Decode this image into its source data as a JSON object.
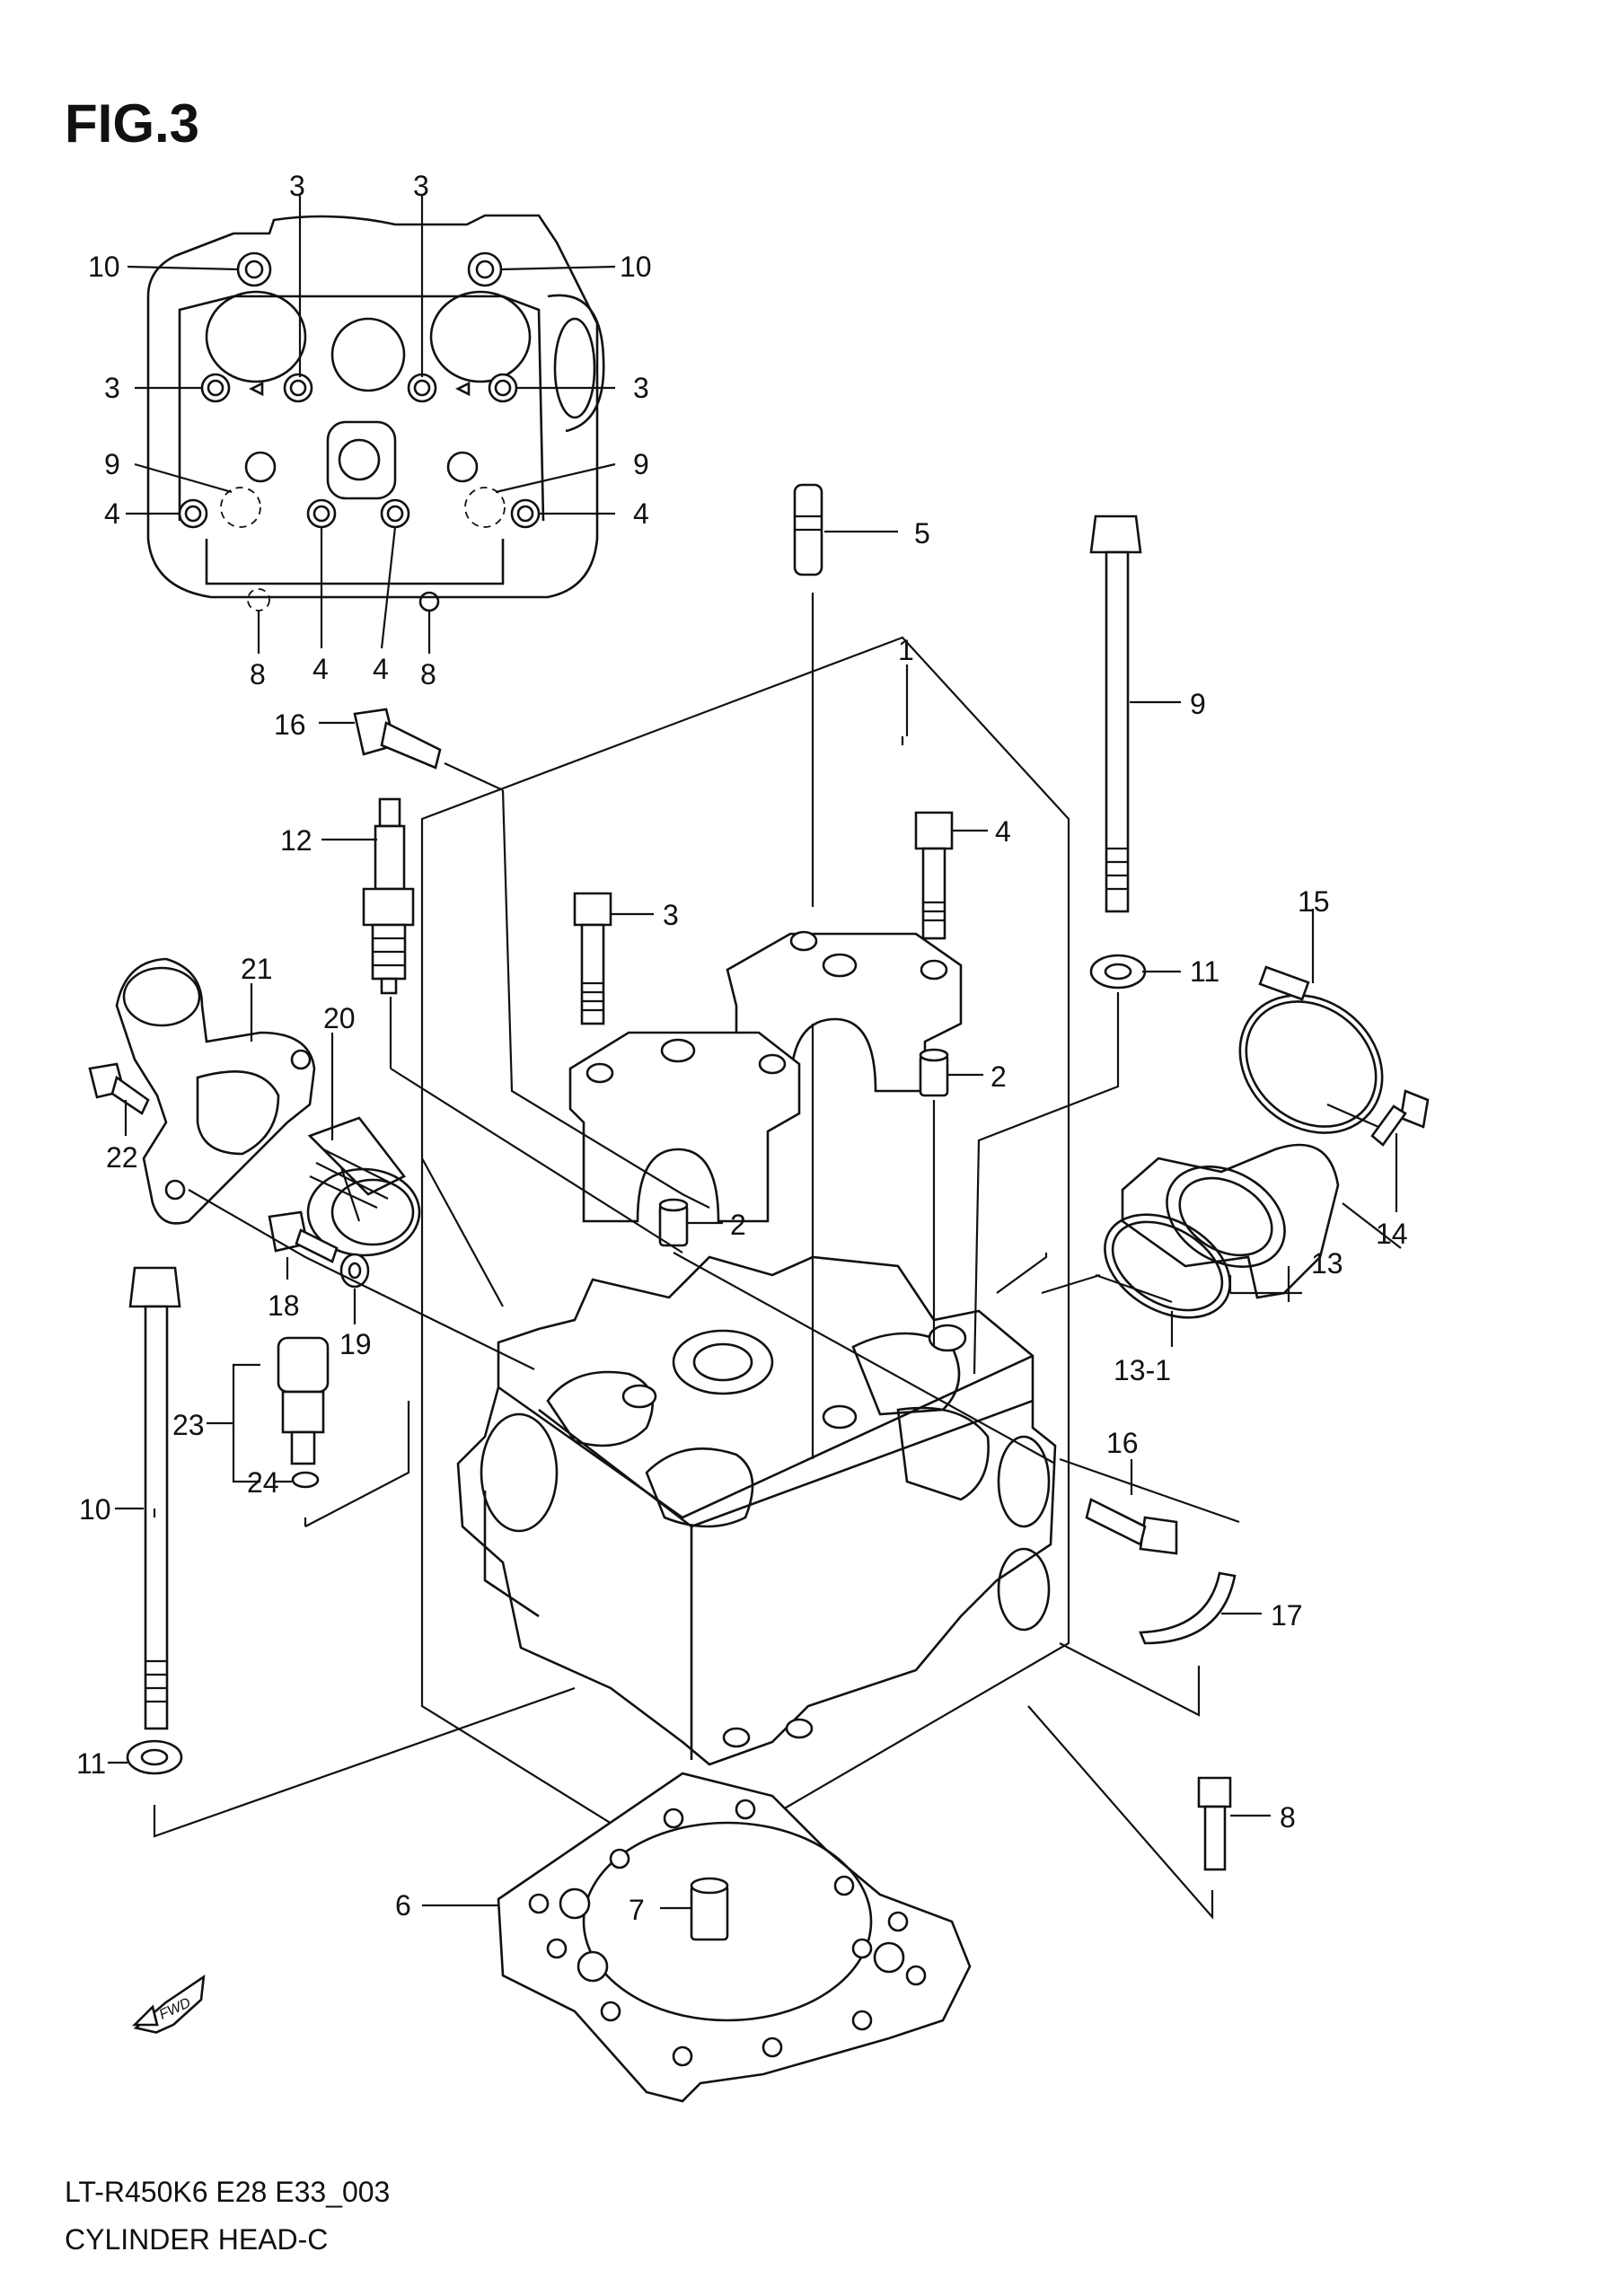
{
  "figure": {
    "title": "FIG.3"
  },
  "footer": {
    "model_line": "LT-R450K6 E28 E33_003",
    "section_name": "CYLINDER HEAD-C"
  },
  "fwd_badge": {
    "label": "FWD"
  },
  "callouts": {
    "top_view": {
      "c3_top_left": "3",
      "c3_top_right": "3",
      "c10_left": "10",
      "c10_right": "10",
      "c3_left": "3",
      "c3_right": "3",
      "c9_left": "9",
      "c9_right": "9",
      "c4_left": "4",
      "c4_right": "4",
      "c8_left": "8",
      "c4_bottom_a": "4",
      "c4_bottom_b": "4",
      "c8_right": "8"
    },
    "main": {
      "c1": "1",
      "c2_upper": "2",
      "c2_lower": "2",
      "c3": "3",
      "c4": "4",
      "c5": "5",
      "c6": "6",
      "c7": "7",
      "c8": "8",
      "c9": "9",
      "c10": "10",
      "c11_right": "11",
      "c11_left": "11",
      "c12": "12",
      "c13": "13",
      "c13_1": "13-1",
      "c14": "14",
      "c15": "15",
      "c16_top": "16",
      "c16_right": "16",
      "c17": "17",
      "c18": "18",
      "c19": "19",
      "c20": "20",
      "c21": "21",
      "c22": "22",
      "c23": "23",
      "c24": "24"
    }
  }
}
